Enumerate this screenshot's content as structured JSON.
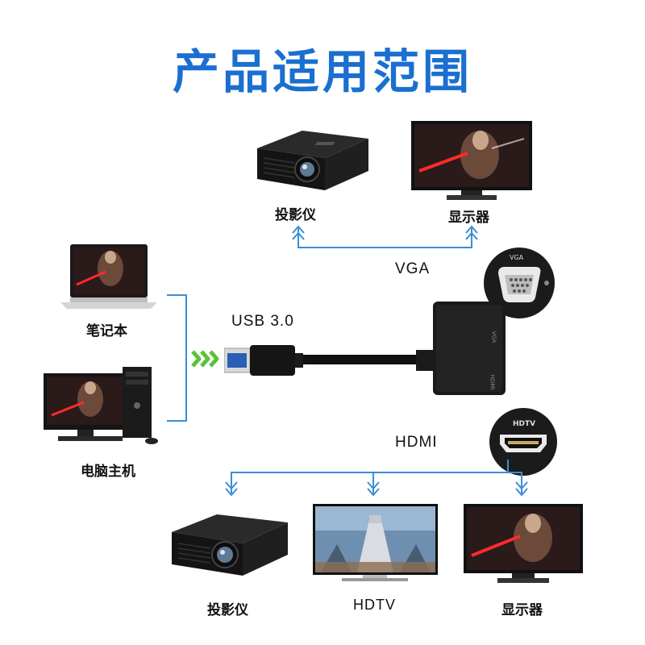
{
  "title": "产品适用范围",
  "labels": {
    "projector_top": "投影仪",
    "monitor_top": "显示器",
    "laptop": "笔记本",
    "desktop": "电脑主机",
    "projector_bottom": "投影仪",
    "hdtv_bottom": "HDTV",
    "monitor_bottom": "显示器"
  },
  "tags": {
    "vga": "VGA",
    "usb": "USB 3.0",
    "hdmi": "HDMI",
    "vga_port": "VGA",
    "hdtv_port": "HDTV",
    "adapter_vga": "VGA",
    "adapter_hdmi": "HDMI"
  },
  "colors": {
    "title": "#1a6fd0",
    "connector_lines": "#3a8ed6",
    "usb_arrows": "#5bc236",
    "device_body": "#1b1b1b"
  }
}
